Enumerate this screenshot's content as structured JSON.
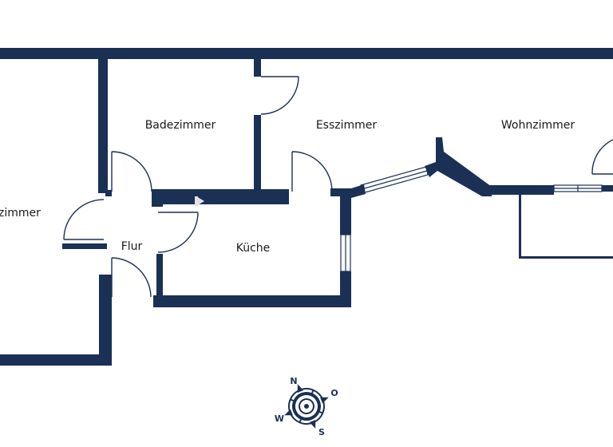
{
  "colors": {
    "wall": "#1b3055",
    "background": "#ffffff",
    "label": "#1a1a1a",
    "marker": "#e2e2e2"
  },
  "rooms": {
    "badezimmer": "Badezimmer",
    "esszimmer": "Esszimmer",
    "wohnzimmer": "Wohnzimmer",
    "kueche": "Küche",
    "flur": "Flur",
    "zimmer_partial": "zimmer"
  },
  "compass": {
    "north": "N",
    "east": "O",
    "south": "S",
    "west": "W",
    "icon": "compass-rose-icon"
  }
}
